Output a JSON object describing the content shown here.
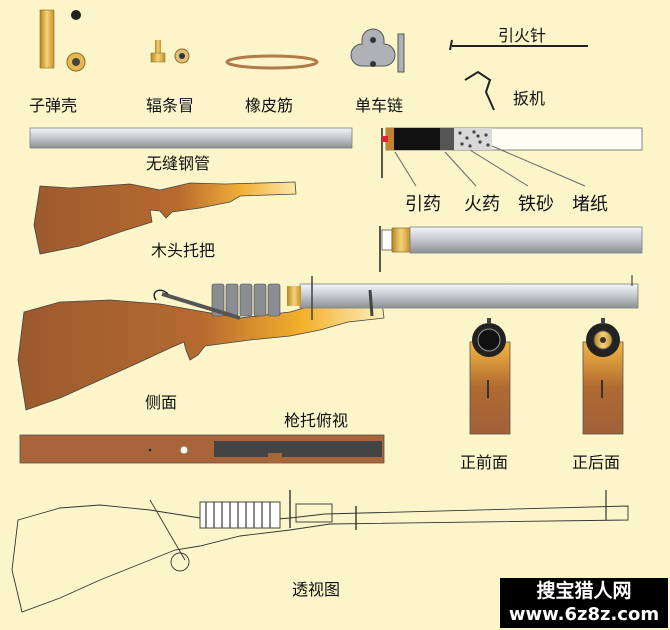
{
  "labels": {
    "cartridge_case": "子弹壳",
    "spoke_nipple": "辐条冒",
    "rubber_band": "橡皮筋",
    "bike_chain": "单车链",
    "firing_pin": "引火针",
    "trigger": "扳机",
    "seamless_tube": "无缝钢管",
    "primer": "引药",
    "powder": "火药",
    "iron_shot": "铁砂",
    "wad": "堵纸",
    "wooden_stock": "木头托把",
    "side_view": "侧面",
    "stock_top_view": "枪托俯视",
    "front_view": "正前面",
    "rear_view": "正后面",
    "xray_view": "透视图"
  },
  "watermark": {
    "site_name": "搜宝猎人网",
    "url": "www.6z8z.com"
  },
  "colors": {
    "background": "#fbf5c9",
    "wood": "#9b5a2e",
    "brass": "#e8b84a",
    "steel": "#cfd3d6"
  }
}
